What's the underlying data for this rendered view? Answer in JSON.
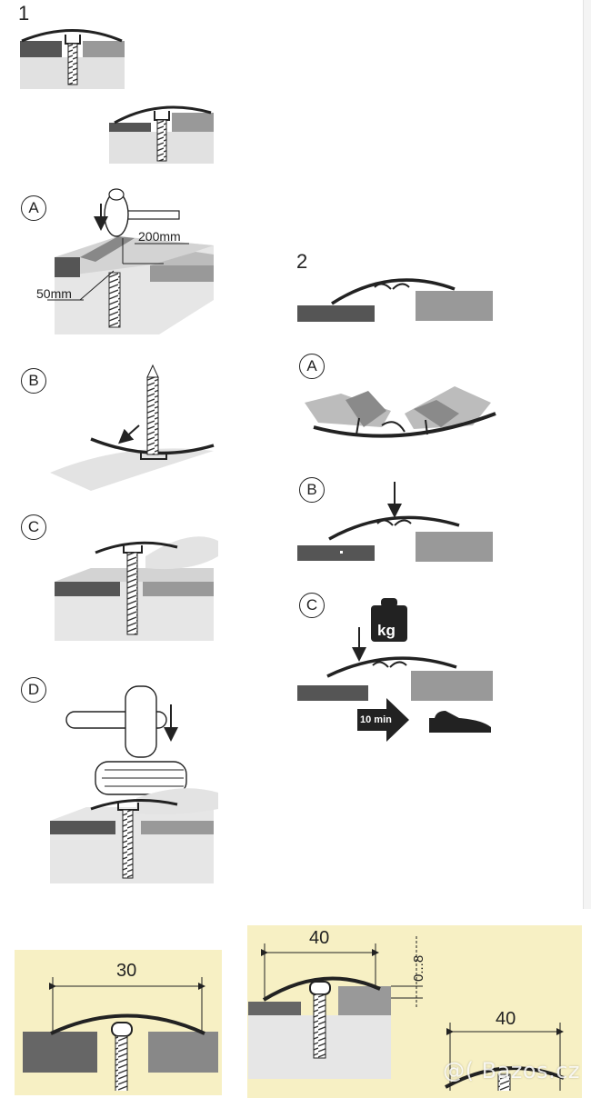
{
  "labels": {
    "fig1": "1",
    "fig2": "2",
    "step_a_left": "A",
    "step_b_left": "B",
    "step_c_left": "C",
    "step_d_left": "D",
    "step_a_right": "A",
    "step_b_right": "B",
    "step_c_right": "C"
  },
  "dimensions": {
    "hole_depth": "200mm",
    "hole_offset": "50mm",
    "width_left": "30",
    "width_mid": "40",
    "width_right": "40",
    "height_range": "0...8"
  },
  "weight_label": "kg",
  "time_label": "10 min",
  "watermark": "@( Bazos.cz",
  "colors": {
    "dark_floor": "#555555",
    "light_floor": "#999999",
    "subfloor": "#e1e1e1",
    "panel_yellow": "#f7f0c4"
  }
}
